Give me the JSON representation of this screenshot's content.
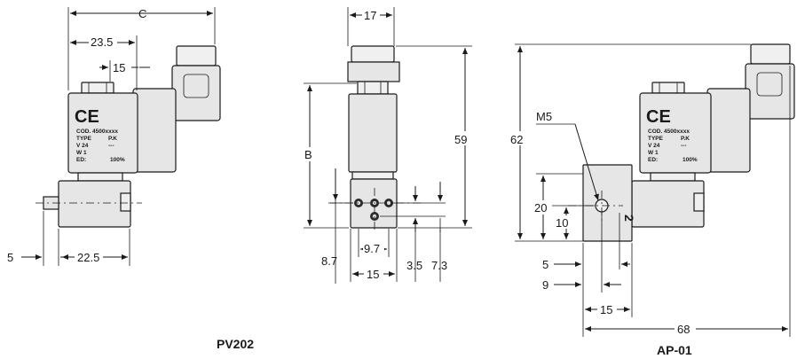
{
  "captions": {
    "left": "PV202",
    "right": "AP-01"
  },
  "dimensions": {
    "c": "C",
    "d23_5": "23.5",
    "d15_top": "15",
    "d5": "5",
    "d22_5": "22.5",
    "d17": "17",
    "b": "B",
    "d59": "59",
    "d9_7": "9.7",
    "d8_7": "8.7",
    "d15_bottom": "15",
    "d3_5": "3.5",
    "d7_3": "7.3",
    "d62": "62",
    "m5": "M5",
    "d20": "20",
    "d10": "10",
    "r5": "5",
    "r9": "9",
    "r15": "15",
    "d68": "68"
  },
  "label_plate": {
    "ce": "CE",
    "lines": [
      "COD. 4500xxxx",
      "TYPE",
      "V 24",
      "W 1",
      "ED:"
    ],
    "values": [
      "P.K",
      "---",
      "100%"
    ]
  },
  "port_mark": "2"
}
